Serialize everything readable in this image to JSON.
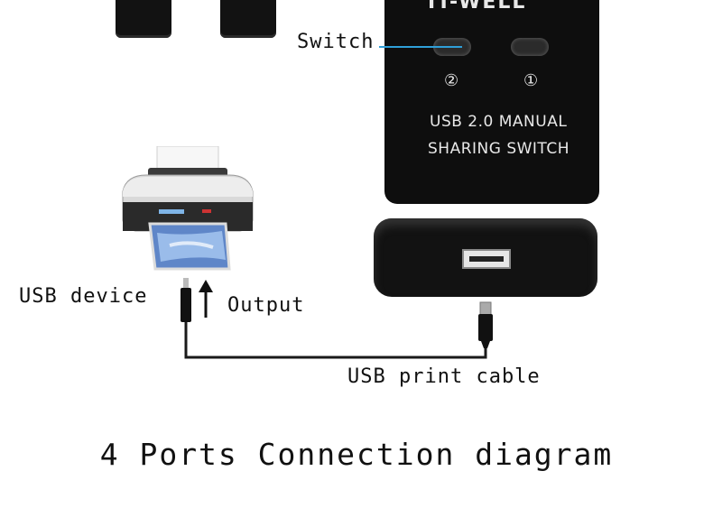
{
  "diagram": {
    "title": "4 Ports Connection diagram",
    "labels": {
      "switch": "Switch",
      "usb_device": "USB device",
      "output": "Output",
      "usb_print_cable": "USB print cable"
    },
    "device": {
      "brand": "IT-WELL",
      "line1": "USB 2.0 MANUAL",
      "line2": "SHARING SWITCH",
      "port_numbers": [
        "②",
        "①"
      ]
    }
  }
}
